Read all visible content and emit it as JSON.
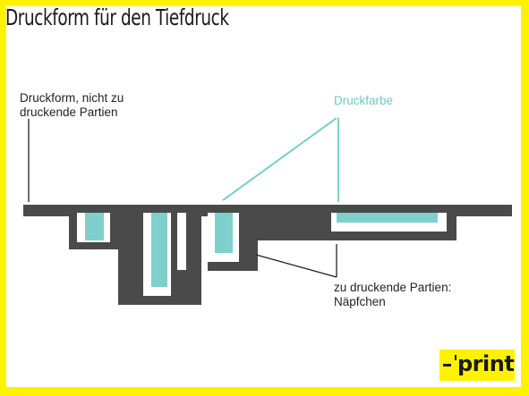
{
  "title": "Druckform für den Tiefdruck",
  "labels": {
    "druckform_line1": "Druckform, nicht zu",
    "druckform_line2": "druckende Partien",
    "druckfarbe": "Druckfarbe",
    "naepfchen_line1": "zu druckende Partien:",
    "naepfchen_line2": "Näpfchen"
  },
  "logo": {
    "text": "print"
  },
  "colors": {
    "frame": "#fff200",
    "plate": "#4a4a4a",
    "ink": "#7fd0cc",
    "teal_text": "#6ccbc7",
    "line": "#222222"
  }
}
